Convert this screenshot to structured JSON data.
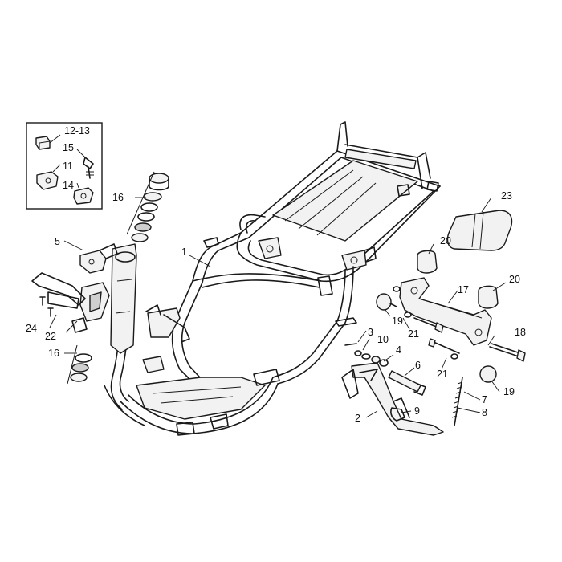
{
  "callouts": {
    "c1": "1",
    "c2": "2",
    "c3": "3",
    "c4": "4",
    "c5": "5",
    "c6": "6",
    "c7": "7",
    "c8": "8",
    "c9": "9",
    "c10": "10",
    "c11": "11",
    "c12_13": "12-13",
    "c14": "14",
    "c15": "15",
    "c16a": "16",
    "c16b": "16",
    "c17": "17",
    "c18": "18",
    "c19a": "19",
    "c19b": "19",
    "c20a": "20",
    "c20b": "20",
    "c21a": "21",
    "c21b": "21",
    "c22": "22",
    "c23": "23",
    "c24": "24"
  }
}
